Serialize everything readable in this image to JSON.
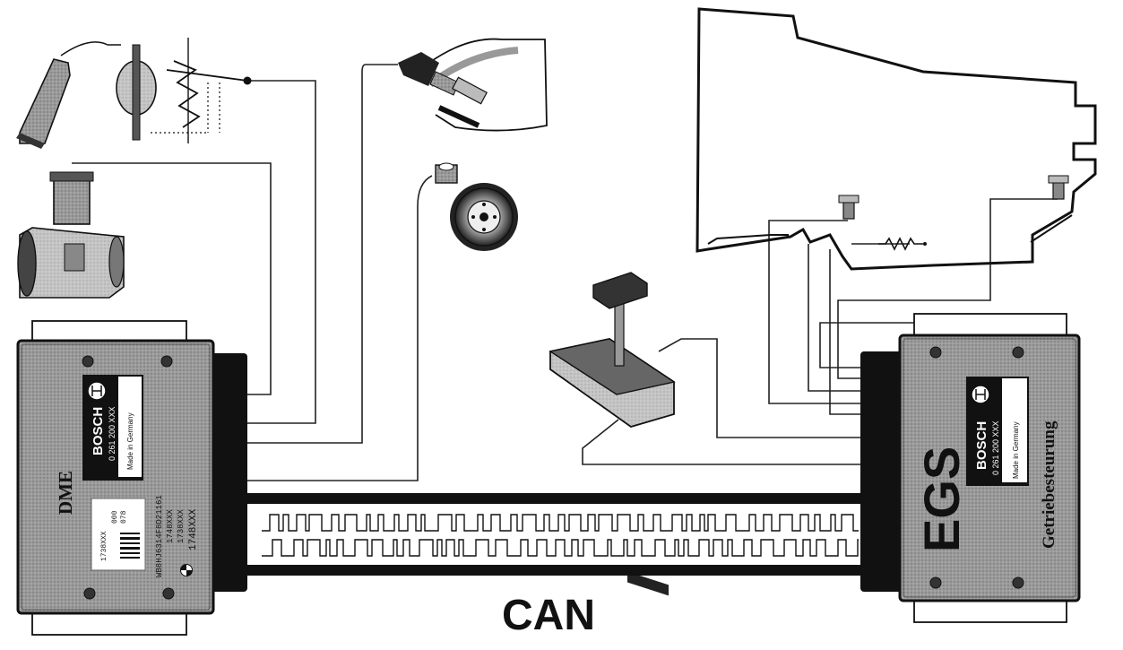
{
  "dme": {
    "name": "DME",
    "brand": "BOSCH",
    "part_no": "0 261 200 XXX",
    "made_in": "Made in Germany",
    "vin": "WB8HJ6314F8D21161",
    "code1": "1748XXX",
    "code2": "1738XXX",
    "code3": "1748XXX",
    "sticker_code": "1738XXX",
    "sticker_n1": "000",
    "sticker_n2": "078"
  },
  "egs": {
    "name": "EGS",
    "brand": "BOSCH",
    "part_no": "0 261 200 XXX",
    "made_in": "Made in Germany",
    "subtitle": "Getriebesteurung"
  },
  "bus": {
    "label": "CAN"
  }
}
